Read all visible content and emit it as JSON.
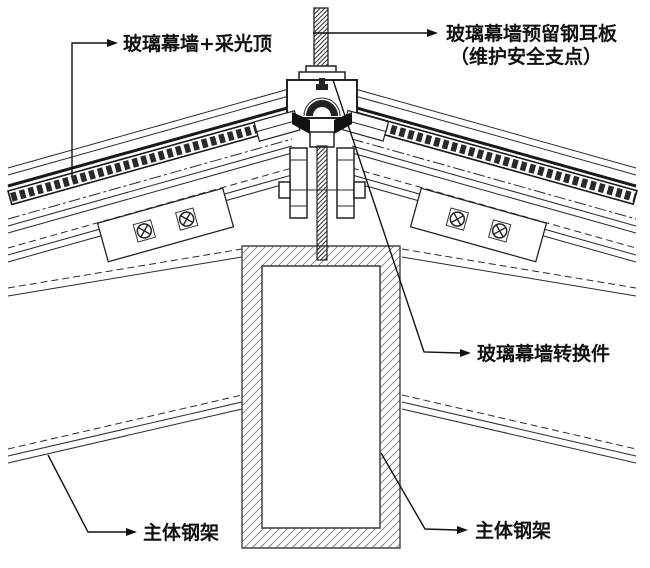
{
  "drawing": {
    "labels": {
      "glass_skylight": "玻璃幕墙+采光顶",
      "ear_plate_line1": "玻璃幕墙预留钢耳板",
      "ear_plate_line2": "（维护安全支点）",
      "converter": "玻璃幕墙转换件",
      "steel_frame_left": "主体钢架",
      "steel_frame_right": "主体钢架"
    },
    "colors": {
      "ink": "#1a1a1a",
      "hatch_light": "#8a8a8a",
      "background": "#ffffff"
    }
  }
}
